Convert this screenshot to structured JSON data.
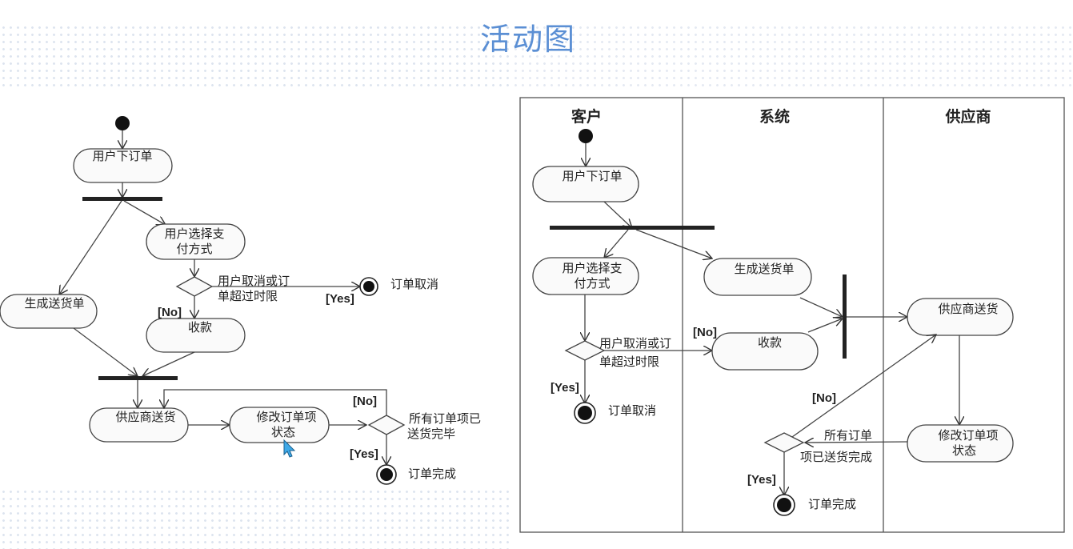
{
  "title": "活动图",
  "left_diagram": {
    "nodes": {
      "place_order": "用户下订单",
      "choose_payment": [
        "用户选择支",
        "付方式"
      ],
      "gen_delivery": "生成送货单",
      "collect_payment": "收款",
      "supplier_ship": "供应商送货",
      "modify_status": [
        "修改订单项",
        "状态"
      ]
    },
    "decisions": {
      "cancel_cond": [
        "用户取消或订",
        "单超过时限"
      ],
      "all_shipped_cond": [
        "所有订单项已",
        "送货完毕"
      ]
    },
    "guards": {
      "yes": "[Yes]",
      "no": "[No]"
    },
    "finals": {
      "cancelled": "订单取消",
      "completed": "订单完成"
    }
  },
  "right_diagram": {
    "lanes": [
      "客户",
      "系统",
      "供应商"
    ],
    "nodes": {
      "place_order": "用户下订单",
      "choose_payment": [
        "用户选择支",
        "付方式"
      ],
      "gen_delivery": "生成送货单",
      "collect_payment": "收款",
      "supplier_ship": "供应商送货",
      "modify_status": [
        "修改订单项",
        "状态"
      ]
    },
    "decisions": {
      "cancel_cond": [
        "用户取消或订",
        "单超过时限"
      ],
      "all_shipped_cond": [
        "所有订单",
        "项已送货完成"
      ]
    },
    "guards": {
      "yes": "[Yes]",
      "no": "[No]"
    },
    "finals": {
      "cancelled": "订单取消",
      "completed": "订单完成"
    }
  }
}
